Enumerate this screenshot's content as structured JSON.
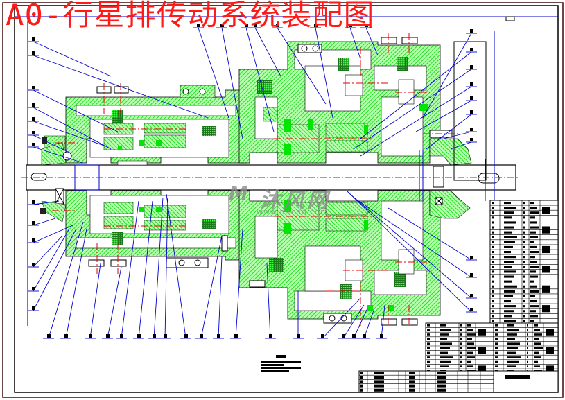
{
  "title": "A0-行星排传动系统装配图",
  "watermark": {
    "logo": "M",
    "brand": "沐风网",
    "url": "www.mfcad.com"
  },
  "colors": {
    "section_hatch": "#33ff33",
    "solid_fill": "#00e600",
    "leader_lines": "#0000cc",
    "center_lines": "#e60000",
    "outline": "#000000",
    "outer_frame": "#3a0a0a",
    "title_text": "#ff1a1a"
  },
  "drawing": {
    "type": "planetary gear train assembly drawing (section view)",
    "balloon_count_top": 9,
    "balloon_count_left": 11,
    "balloon_count_bottom": 21,
    "balloon_count_right": 11
  },
  "parts_list": {
    "upper_rows": 25,
    "lower_rows": 15,
    "legibility": "text illegible at screen resolution"
  },
  "title_block": {
    "legibility": "text illegible at screen resolution"
  },
  "technical_requirements": {
    "heading": "",
    "lines": 4
  }
}
